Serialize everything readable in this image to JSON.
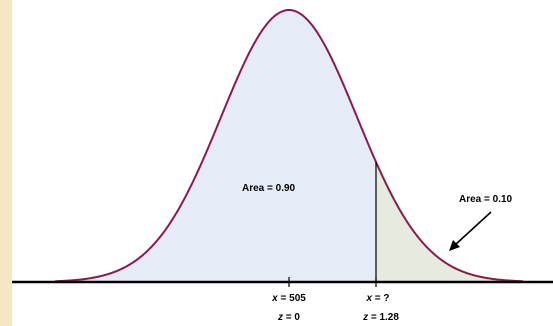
{
  "colors": {
    "background_outer": "#f3e7c4",
    "panel": "#ffffff",
    "curve": "#8b1a4a",
    "area_left_fill": "#e6ecf7",
    "area_right_fill": "#e5ecdf",
    "axis": "#000000"
  },
  "annotations": {
    "area_left": "Area = 0.90",
    "area_right": "Area = 0.10"
  },
  "axis_labels": {
    "mean_x_var": "x",
    "mean_x_rest": " = 505",
    "mean_z_var": "z",
    "mean_z_rest": " = 0",
    "cut_x_var": "x",
    "cut_x_rest": " = ?",
    "cut_z_var": "z",
    "cut_z_rest": " = 1.28"
  },
  "distribution": {
    "type": "normal",
    "mean_z": 0,
    "cut_z": 1.28,
    "area_left": 0.9,
    "area_right": 0.1
  }
}
